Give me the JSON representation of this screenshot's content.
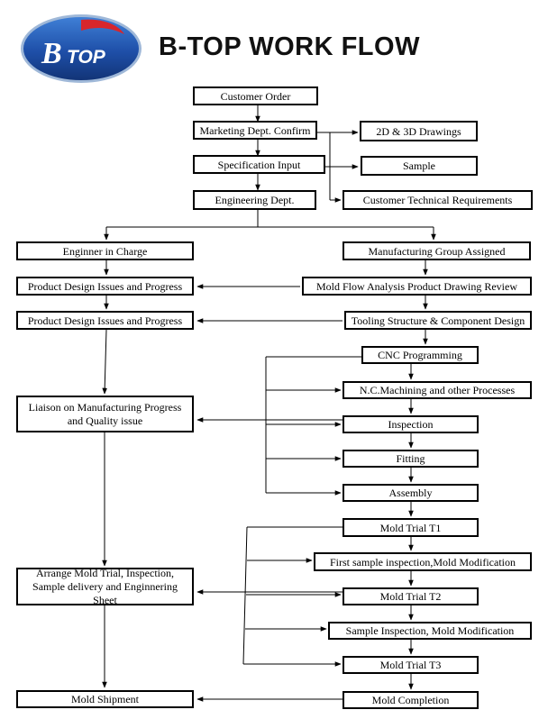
{
  "header": {
    "logo_text": "BTOP",
    "title": "B-TOP WORK FLOW"
  },
  "steps": {
    "customer_order": "Customer Order",
    "marketing_confirm": "Marketing Dept. Confirm",
    "spec_input": "Specification Input",
    "engineering_dept": "Engineering Dept.",
    "drawings": "2D & 3D Drawings",
    "sample": "Sample",
    "customer_tech_req": "Customer Technical Requirements",
    "engineer_in_charge": "Enginner in Charge",
    "manufacturing_group": "Manufacturing Group Assigned",
    "product_design_1": "Product Design Issues and Progress",
    "mold_flow_analysis": "Mold Flow Analysis Product Drawing Review",
    "product_design_2": "Product Design Issues and Progress",
    "tooling_structure": "Tooling Structure & Component Design",
    "cnc_programming": "CNC Programming",
    "nc_machining": "N.C.Machining and other Processes",
    "liaison": "Liaison on Manufacturing Progress and Quality issue",
    "inspection": "Inspection",
    "fitting": "Fitting",
    "assembly": "Assembly",
    "mold_trial_t1": "Mold Trial T1",
    "first_sample_inspection": "First sample inspection,Mold Modification",
    "arrange_mold_trial": "Arrange Mold Trial, Inspection, Sample delivery and Enginnering Sheet",
    "mold_trial_t2": "Mold Trial T2",
    "sample_inspection": "Sample Inspection, Mold Modification",
    "mold_trial_t3": "Mold Trial T3",
    "mold_shipment": "Mold Shipment",
    "mold_completion": "Mold Completion"
  },
  "colors": {
    "logo_blue": "#1e4fa8",
    "logo_red": "#d8262c",
    "line": "#000000"
  }
}
